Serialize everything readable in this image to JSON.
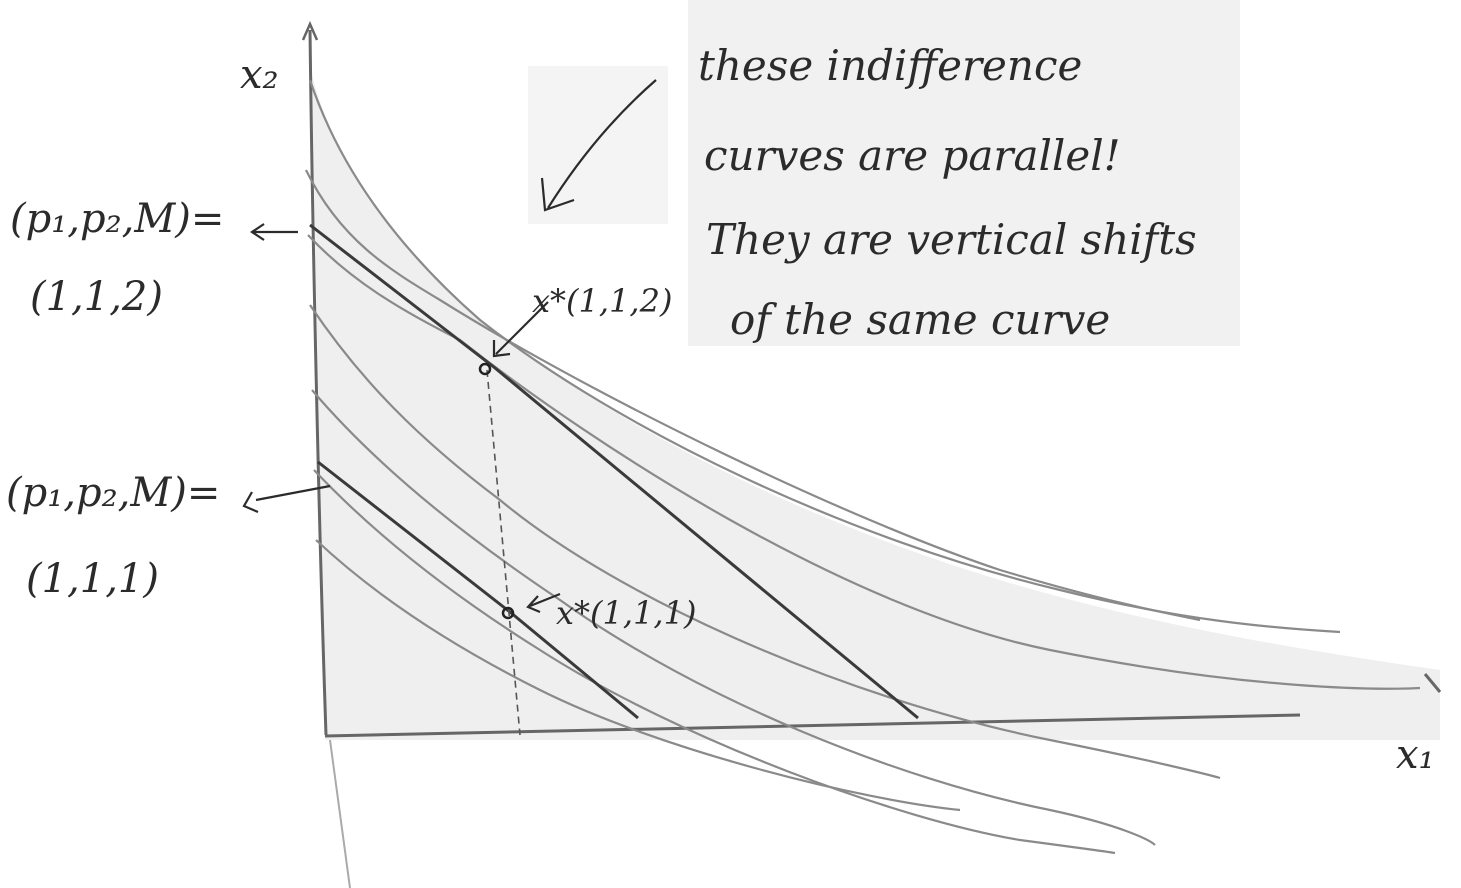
{
  "diagram": {
    "axis_labels": {
      "y": "x₂",
      "x": "x₁"
    },
    "budget_labels": [
      {
        "line1": "(p₁,p₂,M)=",
        "line2": "(1,1,2)"
      },
      {
        "line1": "(p₁,p₂,M)=",
        "line2": "(1,1,1)"
      }
    ],
    "optimum_labels": [
      {
        "text": "x*(1,1,2)"
      },
      {
        "text": "x*(1,1,1)"
      }
    ],
    "note": {
      "lines": [
        "these indifference",
        "curves are parallel!",
        "They are vertical shifts",
        "of the same curve"
      ]
    },
    "colors": {
      "ink": "#2b2b2b",
      "pencil": "#8a8a8a",
      "shading": "#ededed"
    }
  }
}
